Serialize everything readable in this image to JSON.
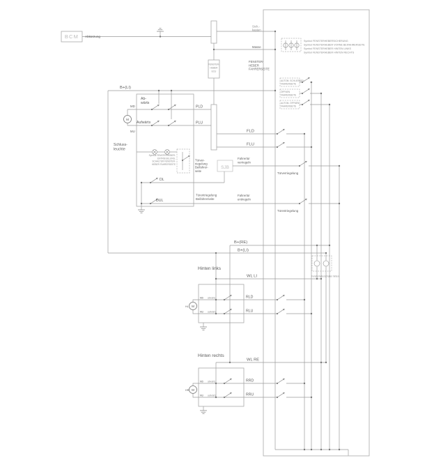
{
  "palette": {
    "background": "#ffffff",
    "wire": "#9b9b9b",
    "text": "#5c5c5c",
    "muted": "#8d8d8d",
    "faint": "#bdbdbd"
  },
  "bcm": {
    "label": "BCM",
    "caption": "Abkürzung"
  },
  "supply": {
    "fuse_box_line1": "Sich.-",
    "fuse_box_line2": "kasten",
    "ground": "Masse"
  },
  "ecu": {
    "line1": "FENSTER-",
    "line2": "HEBER",
    "line3": "ECU"
  },
  "driver_unit": {
    "line1": "FENSTER-",
    "line2": "HEBER",
    "line3": "FAHRERSEITE"
  },
  "legend": {
    "items": [
      "Symbol FENSTERHEBERSICHERUNG",
      "Symbol FENSTERHEBER VORNE BEIFAHRERSEITE",
      "Symbol FENSTERHEBER HINTEN LINKS",
      "Symbol FENSTERHEBER HINTEN RECHTS"
    ]
  },
  "bplus": {
    "li": "B+(LI)",
    "re": "B+(RE)"
  },
  "motor": {
    "m": "M",
    "md": "MD",
    "mu": "MU",
    "down_word": "abwärts",
    "up_word": "aufwärts"
  },
  "driver_switch": {
    "down_line1": "Ab-",
    "down_line2": "wärts",
    "up": "Aufwärts",
    "tail_line1": "Schluss-",
    "tail_line2": "leuchte",
    "note": [
      "Symbol FENSTERHEBER-",
      "ENTRIEGELUNG,",
      "SCHALTER FENSTER-",
      "HEBER FAHRERSEITE"
    ],
    "dl": "DL",
    "dul": "DUL",
    "pld": "PLD",
    "plu": "PLU"
  },
  "front_window": {
    "fld": "FLD",
    "flu": "FLU"
  },
  "auto_modes": {
    "box1_line1": "AUTOM. SCHLIESSEN",
    "box1_line2": "FAHRERSEITE",
    "box2_line1": "ÖFFNEN",
    "box2_line2": "FAHRERSEITE",
    "box3_line1": "AUTOM. ÖFFNEN",
    "box3_line2": "FAHRERSEITE"
  },
  "door_lock": {
    "left_line1": "Türver-",
    "left_line2": "riegelung",
    "left_line3": "Beifahrer-",
    "left_line4": "seite",
    "sjb": "SJB",
    "lock_line1": "Fahrertür",
    "lock_line2": "verriegeln",
    "unlock_line1": "Fahrertür",
    "unlock_line2": "entriegeln",
    "unlock_left_line1": "Türentriegelung",
    "unlock_left_line2": "Beifahrerseite",
    "right_lock": "Türverriegelung",
    "right_unlock": "Türentriegelung"
  },
  "rear_left": {
    "title": "Hinten links",
    "feed": "WL LI",
    "down": "RLD",
    "up": "RLU",
    "tag": "HL"
  },
  "rear_right": {
    "title": "Hinten rechts",
    "feed": "WL RE",
    "down": "RRD",
    "up": "RRU",
    "tag": "HR"
  },
  "relay": {
    "caption": "Fensterheberschalter hinten"
  }
}
